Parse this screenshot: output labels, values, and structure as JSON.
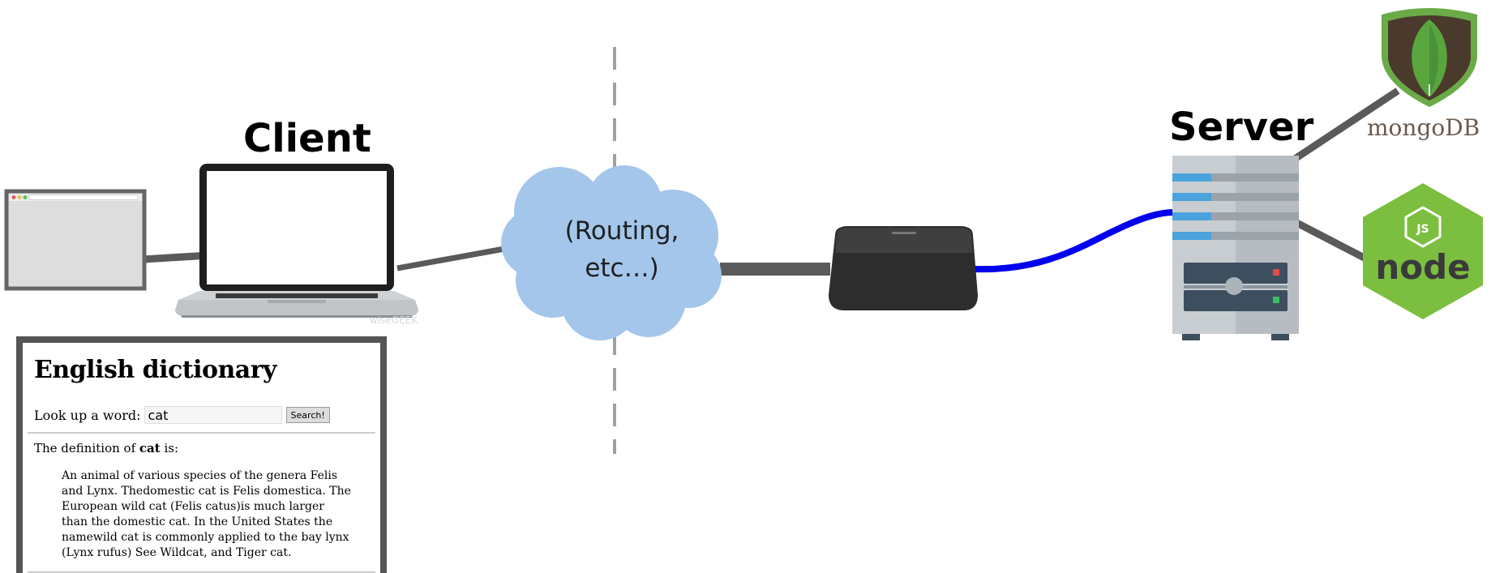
{
  "labels": {
    "client": "Client",
    "server": "Server",
    "cloud_line1": "(Routing,",
    "cloud_line2": "etc…)",
    "laptop_watermark": "wiseGEEK",
    "mongodb_logo": "mongoDB",
    "node_logo": "node",
    "js_badge": "JS"
  },
  "dictionary": {
    "title": "English dictionary",
    "search_label": "Look up a word:",
    "search_value": "cat",
    "search_button": "Search!",
    "definition_prefix": "The definition of",
    "definition_word": "cat",
    "definition_suffix": "is:",
    "definition_text": "An animal of various species of the genera Felis and Lynx. Thedomestic cat is Felis domestica. The European wild cat (Felis catus)is much larger than the domestic cat. In the United States the namewild cat is commonly applied to the bay lynx (Lynx rufus) See Wildcat, and Tiger cat."
  },
  "colors": {
    "cable_gray": "#5a5a5a",
    "cable_blue": "#0000ee",
    "cloud_fill": "#a3c6ea",
    "divider": "#a0a0a0",
    "mongo_green": "#6aab48",
    "node_green": "#7cbe3f",
    "server_body": "#c8cdd1",
    "server_accent": "#4aa3dc"
  }
}
